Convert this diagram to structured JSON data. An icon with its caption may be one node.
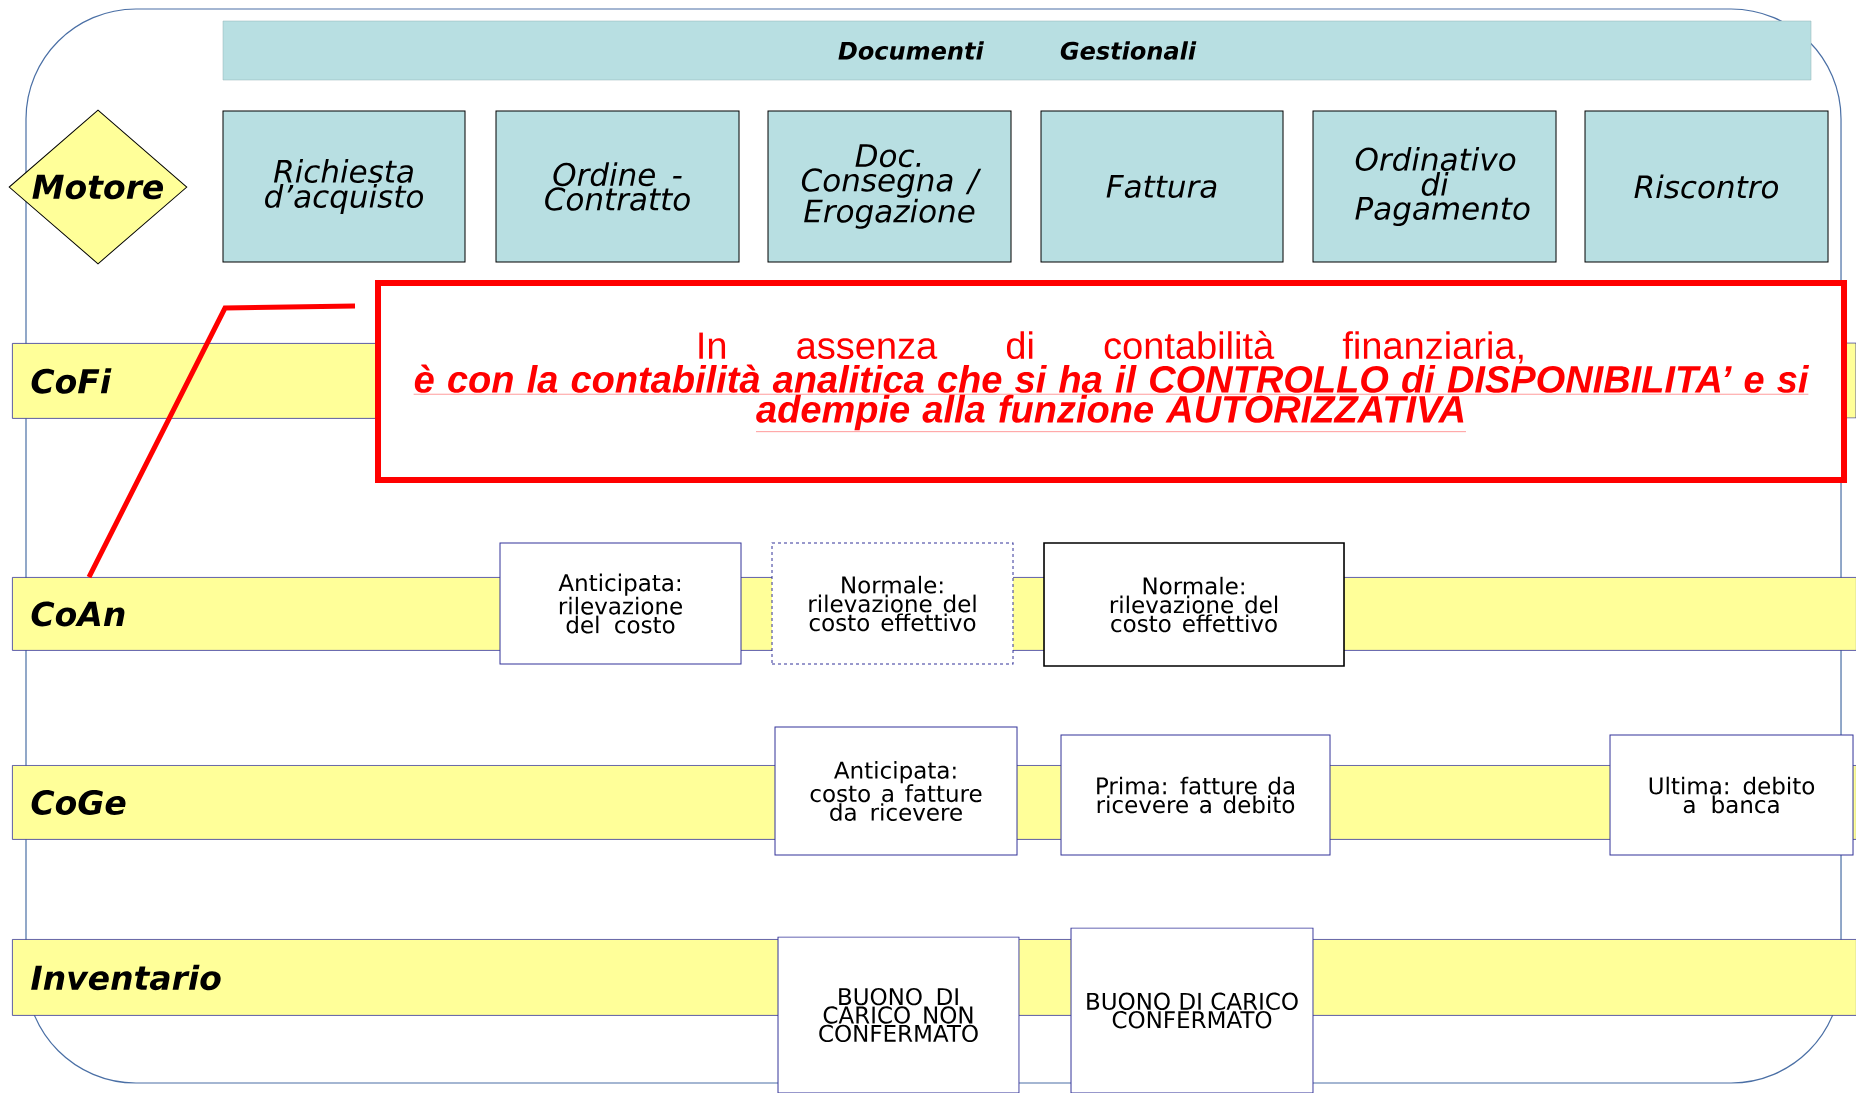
{
  "diagram": {
    "nodes": [
      {
        "text": [
          "Documenti Gestionali"
        ]
      },
      {
        "text": [
          "Motore"
        ]
      },
      {
        "text": [
          "Richiesta d’acquisto"
        ]
      },
      {
        "text": [
          "Ordine - Contratto"
        ]
      },
      {
        "text": [
          "Doc. Consegna / Erogazione"
        ]
      },
      {
        "text": [
          "Fattura"
        ]
      },
      {
        "text": [
          "Ordinativo di Pagamento"
        ]
      },
      {
        "text": [
          "Riscontro"
        ]
      },
      {
        "text": [
          "In assenza di contabilità finanziaria,",
          "è con la contabilità analitica che si ha il CONTROLLO di DISPONIBILITA’ e si adempie alla  funzione AUTORIZZATIVA"
        ]
      },
      {
        "text": [
          "CoFi"
        ]
      },
      {
        "text": [
          "CoAn"
        ]
      },
      {
        "text": [
          "Anticipata: rilevazione del costo"
        ]
      },
      {
        "text": [
          "Normale: rilevazione del costo effettivo"
        ]
      },
      {
        "text": [
          "Normale: rilevazione del costo effettivo"
        ]
      },
      {
        "text": [
          "CoGe"
        ]
      },
      {
        "text": [
          "Anticipata: costo a fatture da ricevere"
        ]
      },
      {
        "text": [
          "Prima: fatture da ricevere a debito"
        ]
      },
      {
        "text": [
          "Ultima: debito a banca"
        ]
      },
      {
        "text": [
          "Inventario"
        ]
      },
      {
        "text": [
          "BUONO DI CARICO NON CONFERMATO"
        ]
      },
      {
        "text": [
          "BUONO DI CARICO CONFERMATO"
        ]
      }
    ],
    "edges": [
      {
        "from": 8,
        "to": 10,
        "arrow": "none",
        "color": "#ff0000"
      }
    ]
  }
}
